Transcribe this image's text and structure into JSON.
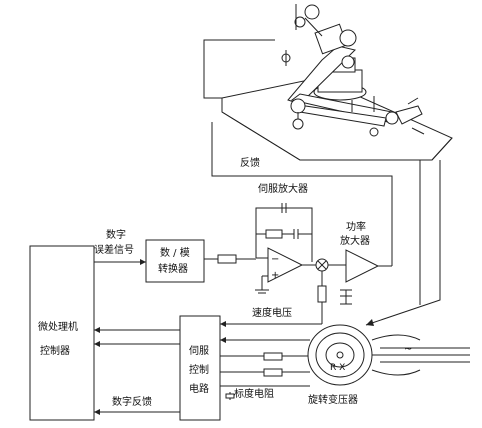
{
  "labels": {
    "feedback": "反馈",
    "servo_amplifier": "伺服放大器",
    "power_amp_line1": "功率",
    "power_amp_line2": "放大器",
    "digital_error_line1": "数字",
    "digital_error_line2": "误差信号",
    "dac_line1": "数 / 模",
    "dac_line2": "转换器",
    "micro_line1": "微处理机",
    "micro_line2": "控制器",
    "speed_voltage": "速度电压",
    "servo_ctrl_line1": "伺服",
    "servo_ctrl_line2": "控制",
    "servo_ctrl_line3": "电路",
    "scale_resistor": "标度电阻",
    "resolver": "旋转变压器",
    "digital_feedback": "数字反馈",
    "rx": "R X",
    "opamp_minus": "−",
    "opamp_plus": "+",
    "ac_symbol": "~"
  }
}
